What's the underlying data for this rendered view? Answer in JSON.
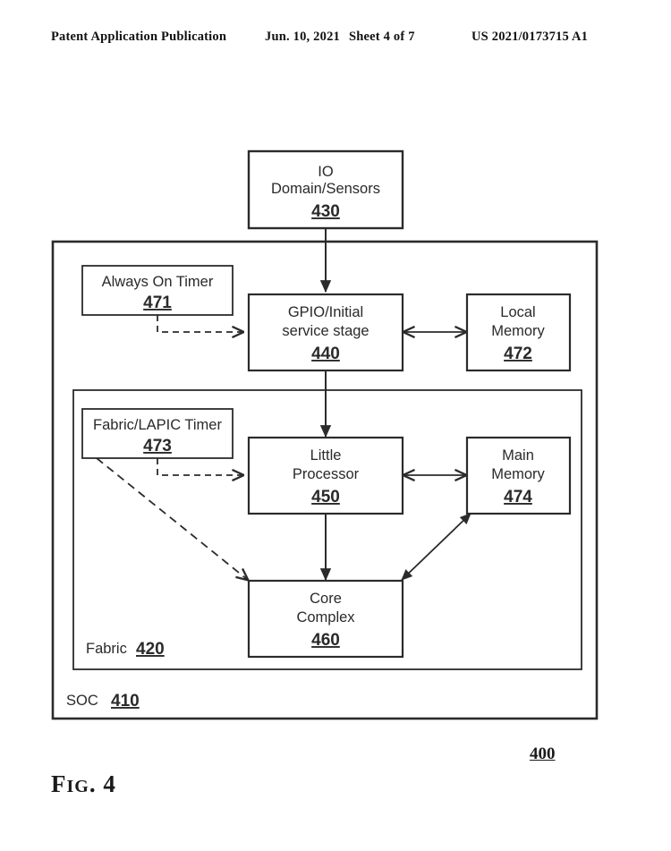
{
  "header": {
    "publication": "Patent Application Publication",
    "date": "Jun. 10, 2021",
    "sheet": "Sheet 4 of 7",
    "patent_number": "US 2021/0173715 A1"
  },
  "figure": {
    "caption_fig": "F",
    "caption_ig": "IG",
    "caption_rest": ". 4",
    "caption_full": "FIG. 4",
    "overall_reference": "400"
  },
  "diagram": {
    "containers": [
      {
        "name": "soc",
        "label": "SOC",
        "ref": "410"
      },
      {
        "name": "fabric",
        "label": "Fabric",
        "ref": "420"
      }
    ],
    "blocks": [
      {
        "name": "io-domain-sensors",
        "line1": "IO",
        "line2": "Domain/Sensors",
        "ref": "430"
      },
      {
        "name": "always-on-timer",
        "line1": "Always On Timer",
        "line2": "",
        "ref": "471"
      },
      {
        "name": "gpio-initial-service-stage",
        "line1": "GPIO/Initial",
        "line2": "service stage",
        "ref": "440"
      },
      {
        "name": "local-memory",
        "line1": "Local",
        "line2": "Memory",
        "ref": "472"
      },
      {
        "name": "fabric-lapic-timer",
        "line1": "Fabric/LAPIC Timer",
        "line2": "",
        "ref": "473"
      },
      {
        "name": "little-processor",
        "line1": "Little",
        "line2": "Processor",
        "ref": "450"
      },
      {
        "name": "main-memory",
        "line1": "Main",
        "line2": "Memory",
        "ref": "474"
      },
      {
        "name": "core-complex",
        "line1": "Core",
        "line2": "Complex",
        "ref": "460"
      }
    ]
  },
  "colors": {
    "ink": "#1a1a1a",
    "line": "#2b2b2b",
    "paper": "#ffffff"
  }
}
